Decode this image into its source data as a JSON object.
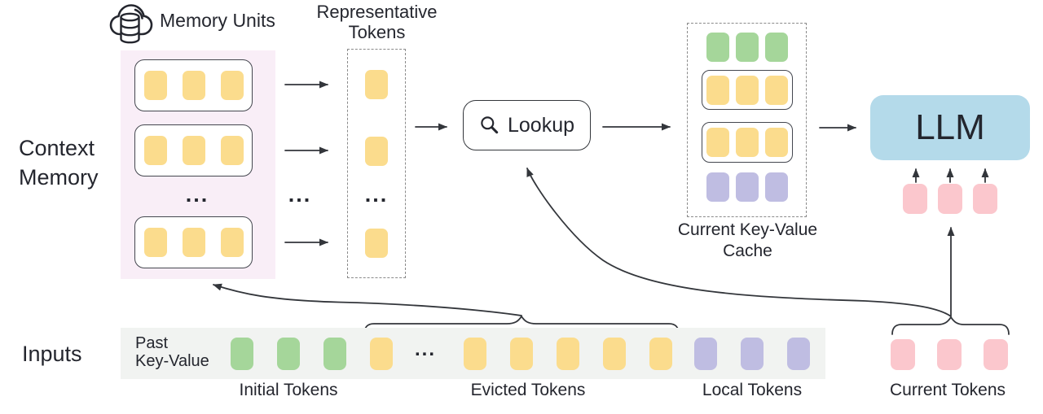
{
  "figure": {
    "ellipsis": "...",
    "colors": {
      "memory_token": "#fbdc8d",
      "initial_token": "#a5d69a",
      "local_token": "#bfbde2",
      "current_token": "#fbc7cd",
      "llm_box": "#b4daea",
      "context_memory_panel": "#f9eef7",
      "input_strip": "#f1f3f1",
      "line": "#33363b",
      "text": "#24262e"
    },
    "context_memory": {
      "label_line1": "Context",
      "label_line2": "Memory",
      "memory_units_label": "Memory Units",
      "memory_units_icon": "cloud-database-icon",
      "units_shown": 3,
      "tokens_per_unit": 3
    },
    "representative": {
      "label_line1": "Representative",
      "label_line2": "Tokens",
      "tokens_shown": 3
    },
    "lookup": {
      "label": "Lookup",
      "icon": "magnifier-icon"
    },
    "cache": {
      "label_line1": "Current Key-Value",
      "label_line2": "Cache",
      "rows": [
        {
          "kind": "initial-tokens",
          "count": 3,
          "boxed": false
        },
        {
          "kind": "retrieved-memory-unit",
          "count": 3,
          "boxed": true
        },
        {
          "kind": "retrieved-memory-unit",
          "count": 3,
          "boxed": true
        },
        {
          "kind": "local-tokens",
          "count": 3,
          "boxed": false
        }
      ],
      "row1_count": 3,
      "row2_count": 3,
      "row3_count": 3,
      "row4_count": 3
    },
    "llm": {
      "label": "LLM",
      "input_token_count": 3
    },
    "inputs": {
      "label": "Inputs",
      "pastkv_line1": "Past",
      "pastkv_line2": "Key-Value",
      "groups": [
        {
          "label": "Initial Tokens",
          "count": 3
        },
        {
          "label": "Evicted Tokens",
          "count_before_ellipsis": 1,
          "count_after_ellipsis": 5
        },
        {
          "label": "Local Tokens",
          "count": 3
        },
        {
          "label": "Current Tokens",
          "count": 3
        }
      ],
      "evicted_before": 1,
      "evicted_after": 5
    }
  }
}
